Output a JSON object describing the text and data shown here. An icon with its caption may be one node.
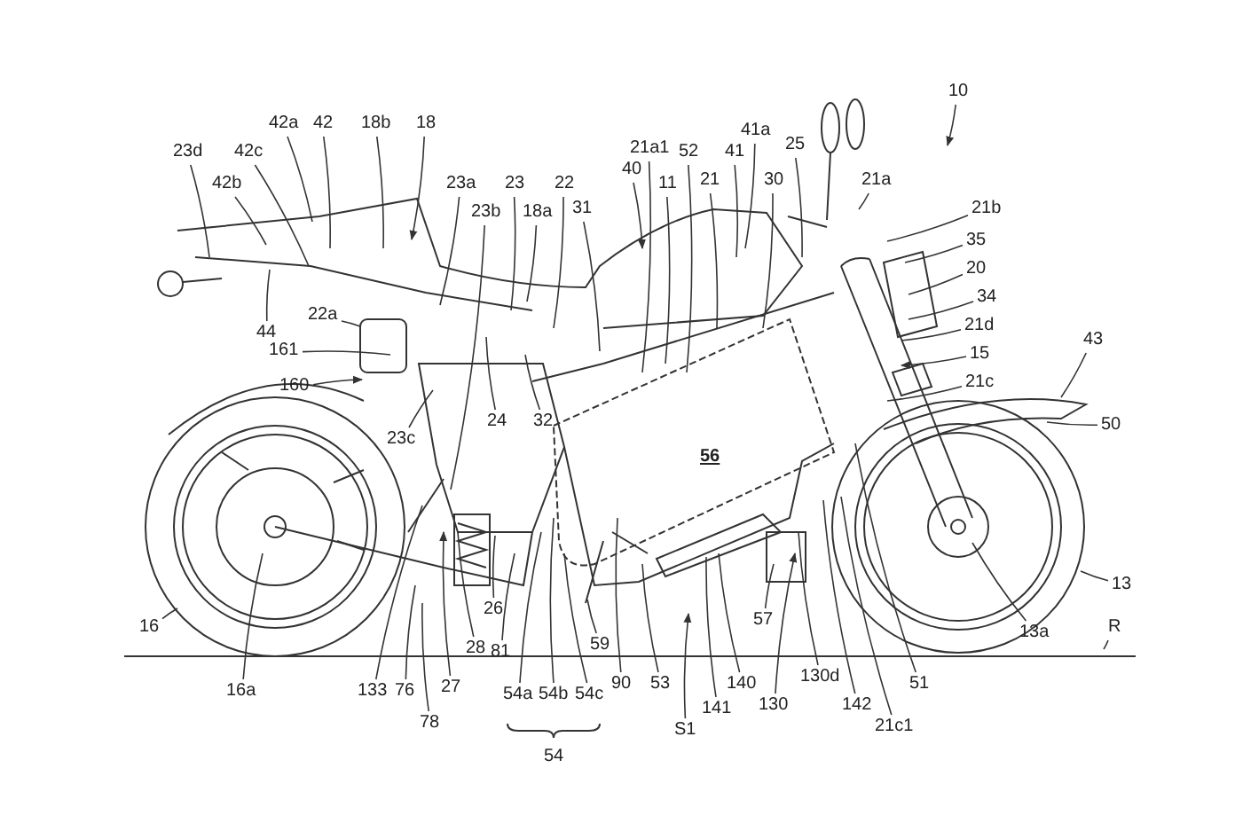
{
  "diagram": {
    "nodes": [
      {
        "text": [
          "10"
        ]
      },
      {
        "text": [
          "23d"
        ]
      },
      {
        "text": [
          "42c"
        ]
      },
      {
        "text": [
          "42"
        ]
      },
      {
        "text": [
          "18b"
        ]
      },
      {
        "text": [
          "42a"
        ]
      },
      {
        "text": [
          "42b"
        ]
      },
      {
        "text": [
          "18"
        ]
      },
      {
        "text": [
          "23a"
        ]
      },
      {
        "text": [
          "23b"
        ]
      },
      {
        "text": [
          "23"
        ]
      },
      {
        "text": [
          "18a"
        ]
      },
      {
        "text": [
          "22"
        ]
      },
      {
        "text": [
          "24"
        ]
      },
      {
        "text": [
          "32"
        ]
      },
      {
        "text": [
          "31"
        ]
      },
      {
        "text": [
          "40"
        ]
      },
      {
        "text": [
          "21a1"
        ]
      },
      {
        "text": [
          "11"
        ]
      },
      {
        "text": [
          "52"
        ]
      },
      {
        "text": [
          "21"
        ]
      },
      {
        "text": [
          "41"
        ]
      },
      {
        "text": [
          "41a"
        ]
      },
      {
        "text": [
          "30"
        ]
      },
      {
        "text": [
          "25"
        ]
      },
      {
        "text": [
          "21a"
        ]
      },
      {
        "text": [
          "21b"
        ]
      },
      {
        "text": [
          "35"
        ]
      },
      {
        "text": [
          "20"
        ]
      },
      {
        "text": [
          "34"
        ]
      },
      {
        "text": [
          "21d"
        ]
      },
      {
        "text": [
          "15"
        ]
      },
      {
        "text": [
          "21c"
        ]
      },
      {
        "text": [
          "43"
        ]
      },
      {
        "text": [
          "50"
        ]
      },
      {
        "text": [
          "44"
        ]
      },
      {
        "text": [
          "22a"
        ]
      },
      {
        "text": [
          "161"
        ]
      },
      {
        "text": [
          "160"
        ]
      },
      {
        "text": [
          "23c"
        ]
      },
      {
        "text": [
          "13"
        ]
      },
      {
        "text": [
          "R"
        ]
      },
      {
        "text": [
          "13a"
        ]
      },
      {
        "text": [
          "21c1"
        ]
      },
      {
        "text": [
          "51"
        ]
      },
      {
        "text": [
          "142"
        ]
      },
      {
        "text": [
          "130d"
        ]
      },
      {
        "text": [
          "130"
        ]
      },
      {
        "text": [
          "57"
        ]
      },
      {
        "text": [
          "140"
        ]
      },
      {
        "text": [
          "141"
        ]
      },
      {
        "text": [
          "S1"
        ]
      },
      {
        "text": [
          "53"
        ]
      },
      {
        "text": [
          "90"
        ]
      },
      {
        "text": [
          "59"
        ]
      },
      {
        "text": [
          "54c"
        ]
      },
      {
        "text": [
          "54b"
        ]
      },
      {
        "text": [
          "54a"
        ]
      },
      {
        "text": [
          "81"
        ]
      },
      {
        "text": [
          "26"
        ]
      },
      {
        "text": [
          "28"
        ]
      },
      {
        "text": [
          "27"
        ]
      },
      {
        "text": [
          "78"
        ]
      },
      {
        "text": [
          "76"
        ]
      },
      {
        "text": [
          "133"
        ]
      },
      {
        "text": [
          "16a"
        ]
      },
      {
        "text": [
          "16"
        ]
      }
    ],
    "edges": [
      {
        "from": 0,
        "to": null,
        "arrow": "to"
      },
      {
        "from": 1,
        "to": null,
        "arrow": "none"
      },
      {
        "from": 2,
        "to": null,
        "arrow": "none"
      },
      {
        "from": 3,
        "to": null,
        "arrow": "none"
      },
      {
        "from": 4,
        "to": null,
        "arrow": "none"
      },
      {
        "from": 5,
        "to": null,
        "arrow": "none"
      },
      {
        "from": 6,
        "to": null,
        "arrow": "none"
      },
      {
        "from": 7,
        "to": null,
        "arrow": "to"
      },
      {
        "from": 8,
        "to": null,
        "arrow": "none"
      },
      {
        "from": 9,
        "to": null,
        "arrow": "none"
      },
      {
        "from": 10,
        "to": null,
        "arrow": "none"
      },
      {
        "from": 11,
        "to": null,
        "arrow": "none"
      },
      {
        "from": 12,
        "to": null,
        "arrow": "none"
      },
      {
        "from": 13,
        "to": null,
        "arrow": "none"
      },
      {
        "from": 14,
        "to": null,
        "arrow": "none"
      },
      {
        "from": 15,
        "to": null,
        "arrow": "none"
      },
      {
        "from": 16,
        "to": null,
        "arrow": "to"
      },
      {
        "from": 17,
        "to": null,
        "arrow": "none"
      },
      {
        "from": 18,
        "to": null,
        "arrow": "none"
      },
      {
        "from": 19,
        "to": null,
        "arrow": "none"
      },
      {
        "from": 20,
        "to": null,
        "arrow": "none"
      },
      {
        "from": 21,
        "to": null,
        "arrow": "none"
      },
      {
        "from": 22,
        "to": null,
        "arrow": "none"
      },
      {
        "from": 23,
        "to": null,
        "arrow": "none"
      },
      {
        "from": 24,
        "to": null,
        "arrow": "none"
      },
      {
        "from": 25,
        "to": null,
        "arrow": "none"
      },
      {
        "from": 26,
        "to": null,
        "arrow": "none"
      },
      {
        "from": 27,
        "to": null,
        "arrow": "none"
      },
      {
        "from": 28,
        "to": null,
        "arrow": "none"
      },
      {
        "from": 29,
        "to": null,
        "arrow": "none"
      },
      {
        "from": 30,
        "to": null,
        "arrow": "none"
      },
      {
        "from": 31,
        "to": null,
        "arrow": "to"
      },
      {
        "from": 32,
        "to": null,
        "arrow": "none"
      },
      {
        "from": 33,
        "to": null,
        "arrow": "none"
      },
      {
        "from": 34,
        "to": null,
        "arrow": "none"
      },
      {
        "from": 35,
        "to": null,
        "arrow": "none"
      },
      {
        "from": 36,
        "to": null,
        "arrow": "none"
      },
      {
        "from": 37,
        "to": null,
        "arrow": "none"
      },
      {
        "from": 38,
        "to": null,
        "arrow": "to"
      },
      {
        "from": 39,
        "to": null,
        "arrow": "none"
      },
      {
        "from": 40,
        "to": null,
        "arrow": "none"
      },
      {
        "from": 41,
        "to": null,
        "arrow": "none"
      },
      {
        "from": 42,
        "to": null,
        "arrow": "none"
      },
      {
        "from": 43,
        "to": null,
        "arrow": "none"
      },
      {
        "from": 44,
        "to": null,
        "arrow": "none"
      },
      {
        "from": 45,
        "to": null,
        "arrow": "none"
      },
      {
        "from": 46,
        "to": null,
        "arrow": "none"
      },
      {
        "from": 47,
        "to": null,
        "arrow": "to"
      },
      {
        "from": 48,
        "to": null,
        "arrow": "none"
      },
      {
        "from": 49,
        "to": null,
        "arrow": "none"
      },
      {
        "from": 50,
        "to": null,
        "arrow": "none"
      },
      {
        "from": 51,
        "to": null,
        "arrow": "to"
      },
      {
        "from": 52,
        "to": null,
        "arrow": "none"
      },
      {
        "from": 53,
        "to": null,
        "arrow": "none"
      },
      {
        "from": 54,
        "to": null,
        "arrow": "none"
      },
      {
        "from": 55,
        "to": null,
        "arrow": "none"
      },
      {
        "from": 56,
        "to": null,
        "arrow": "none"
      },
      {
        "from": 57,
        "to": null,
        "arrow": "none"
      },
      {
        "from": 58,
        "to": null,
        "arrow": "none"
      },
      {
        "from": 59,
        "to": null,
        "arrow": "none"
      },
      {
        "from": 60,
        "to": null,
        "arrow": "none"
      },
      {
        "from": 61,
        "to": null,
        "arrow": "to"
      },
      {
        "from": 62,
        "to": null,
        "arrow": "none"
      },
      {
        "from": 63,
        "to": null,
        "arrow": "none"
      },
      {
        "from": 64,
        "to": null,
        "arrow": "none"
      },
      {
        "from": 65,
        "to": null,
        "arrow": "none"
      },
      {
        "from": 66,
        "to": null,
        "arrow": "none"
      }
    ],
    "labels": [
      "56",
      "54"
    ]
  }
}
